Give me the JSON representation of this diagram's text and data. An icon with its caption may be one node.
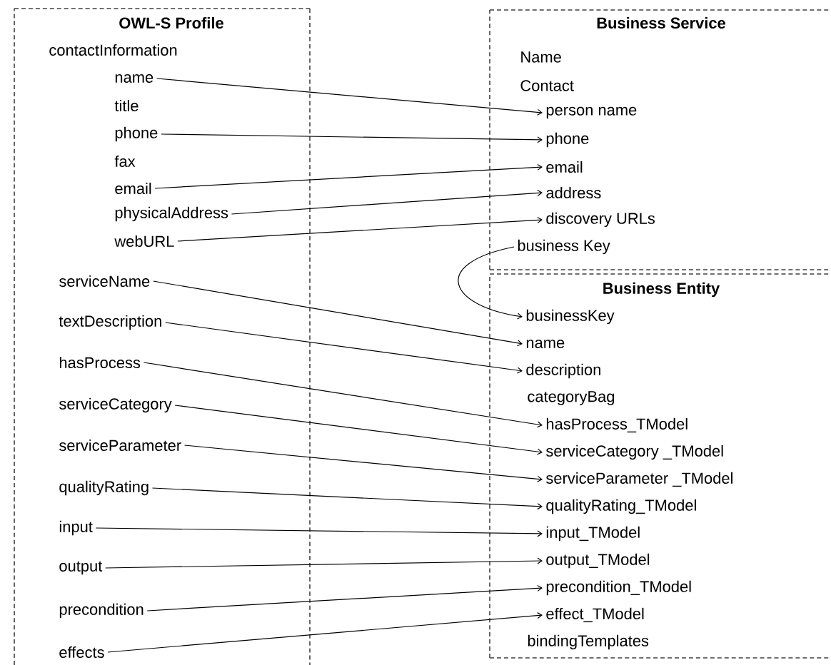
{
  "diagram": {
    "nodes": [
      {
        "text": [
          "OWL-S Profile",
          "contactInformation",
          "title",
          "fax"
        ]
      },
      {
        "text": [
          "name"
        ],
        "in": 0
      },
      {
        "text": [
          "phone"
        ],
        "in": 0
      },
      {
        "text": [
          "email"
        ],
        "in": 0
      },
      {
        "text": [
          "physicalAddress"
        ],
        "in": 0
      },
      {
        "text": [
          "webURL"
        ],
        "in": 0
      },
      {
        "text": [
          "serviceName"
        ],
        "in": 0
      },
      {
        "text": [
          "textDescription"
        ],
        "in": 0
      },
      {
        "text": [
          "hasProcess"
        ],
        "in": 0
      },
      {
        "text": [
          "serviceCategory"
        ],
        "in": 0
      },
      {
        "text": [
          "serviceParameter"
        ],
        "in": 0
      },
      {
        "text": [
          "qualityRating"
        ],
        "in": 0
      },
      {
        "text": [
          "input"
        ],
        "in": 0
      },
      {
        "text": [
          "output"
        ],
        "in": 0
      },
      {
        "text": [
          "precondition"
        ],
        "in": 0
      },
      {
        "text": [
          "effects"
        ],
        "in": 0
      },
      {
        "text": [
          "Business Service",
          "Name",
          "Contact"
        ]
      },
      {
        "text": [
          "person name"
        ],
        "in": 16
      },
      {
        "text": [
          "phone"
        ],
        "in": 16
      },
      {
        "text": [
          "email"
        ],
        "in": 16
      },
      {
        "text": [
          "address"
        ],
        "in": 16
      },
      {
        "text": [
          "discovery URLs"
        ],
        "in": 16
      },
      {
        "text": [
          "business Key"
        ],
        "in": 16
      },
      {
        "text": [
          "Business Entity",
          "categoryBag",
          "bindingTemplates"
        ]
      },
      {
        "text": [
          "businessKey"
        ],
        "in": 23
      },
      {
        "text": [
          "name"
        ],
        "in": 23
      },
      {
        "text": [
          "description"
        ],
        "in": 23
      },
      {
        "text": [
          "hasProcess_TModel"
        ],
        "in": 23
      },
      {
        "text": [
          "serviceCategory _TModel"
        ],
        "in": 23
      },
      {
        "text": [
          "serviceParameter _TModel"
        ],
        "in": 23
      },
      {
        "text": [
          "qualityRating_TModel"
        ],
        "in": 23
      },
      {
        "text": [
          "input_TModel"
        ],
        "in": 23
      },
      {
        "text": [
          "output_TModel"
        ],
        "in": 23
      },
      {
        "text": [
          "precondition_TModel"
        ],
        "in": 23
      },
      {
        "text": [
          "effect_TModel"
        ],
        "in": 23
      }
    ],
    "edges": [
      {
        "from": 1,
        "to": 17,
        "arrow": "to"
      },
      {
        "from": 2,
        "to": 18,
        "arrow": "to"
      },
      {
        "from": 3,
        "to": 19,
        "arrow": "to"
      },
      {
        "from": 4,
        "to": 20,
        "arrow": "to"
      },
      {
        "from": 5,
        "to": 21,
        "arrow": "to"
      },
      {
        "from": 22,
        "to": 24,
        "arrow": "to"
      },
      {
        "from": 6,
        "to": 25,
        "arrow": "to"
      },
      {
        "from": 7,
        "to": 26,
        "arrow": "to"
      },
      {
        "from": 8,
        "to": 27,
        "arrow": "to"
      },
      {
        "from": 9,
        "to": 28,
        "arrow": "to"
      },
      {
        "from": 10,
        "to": 29,
        "arrow": "to"
      },
      {
        "from": 11,
        "to": 30,
        "arrow": "to"
      },
      {
        "from": 12,
        "to": 31,
        "arrow": "to"
      },
      {
        "from": 13,
        "to": 32,
        "arrow": "to"
      },
      {
        "from": 14,
        "to": 33,
        "arrow": "to"
      },
      {
        "from": 15,
        "to": 34,
        "arrow": "to"
      }
    ]
  }
}
